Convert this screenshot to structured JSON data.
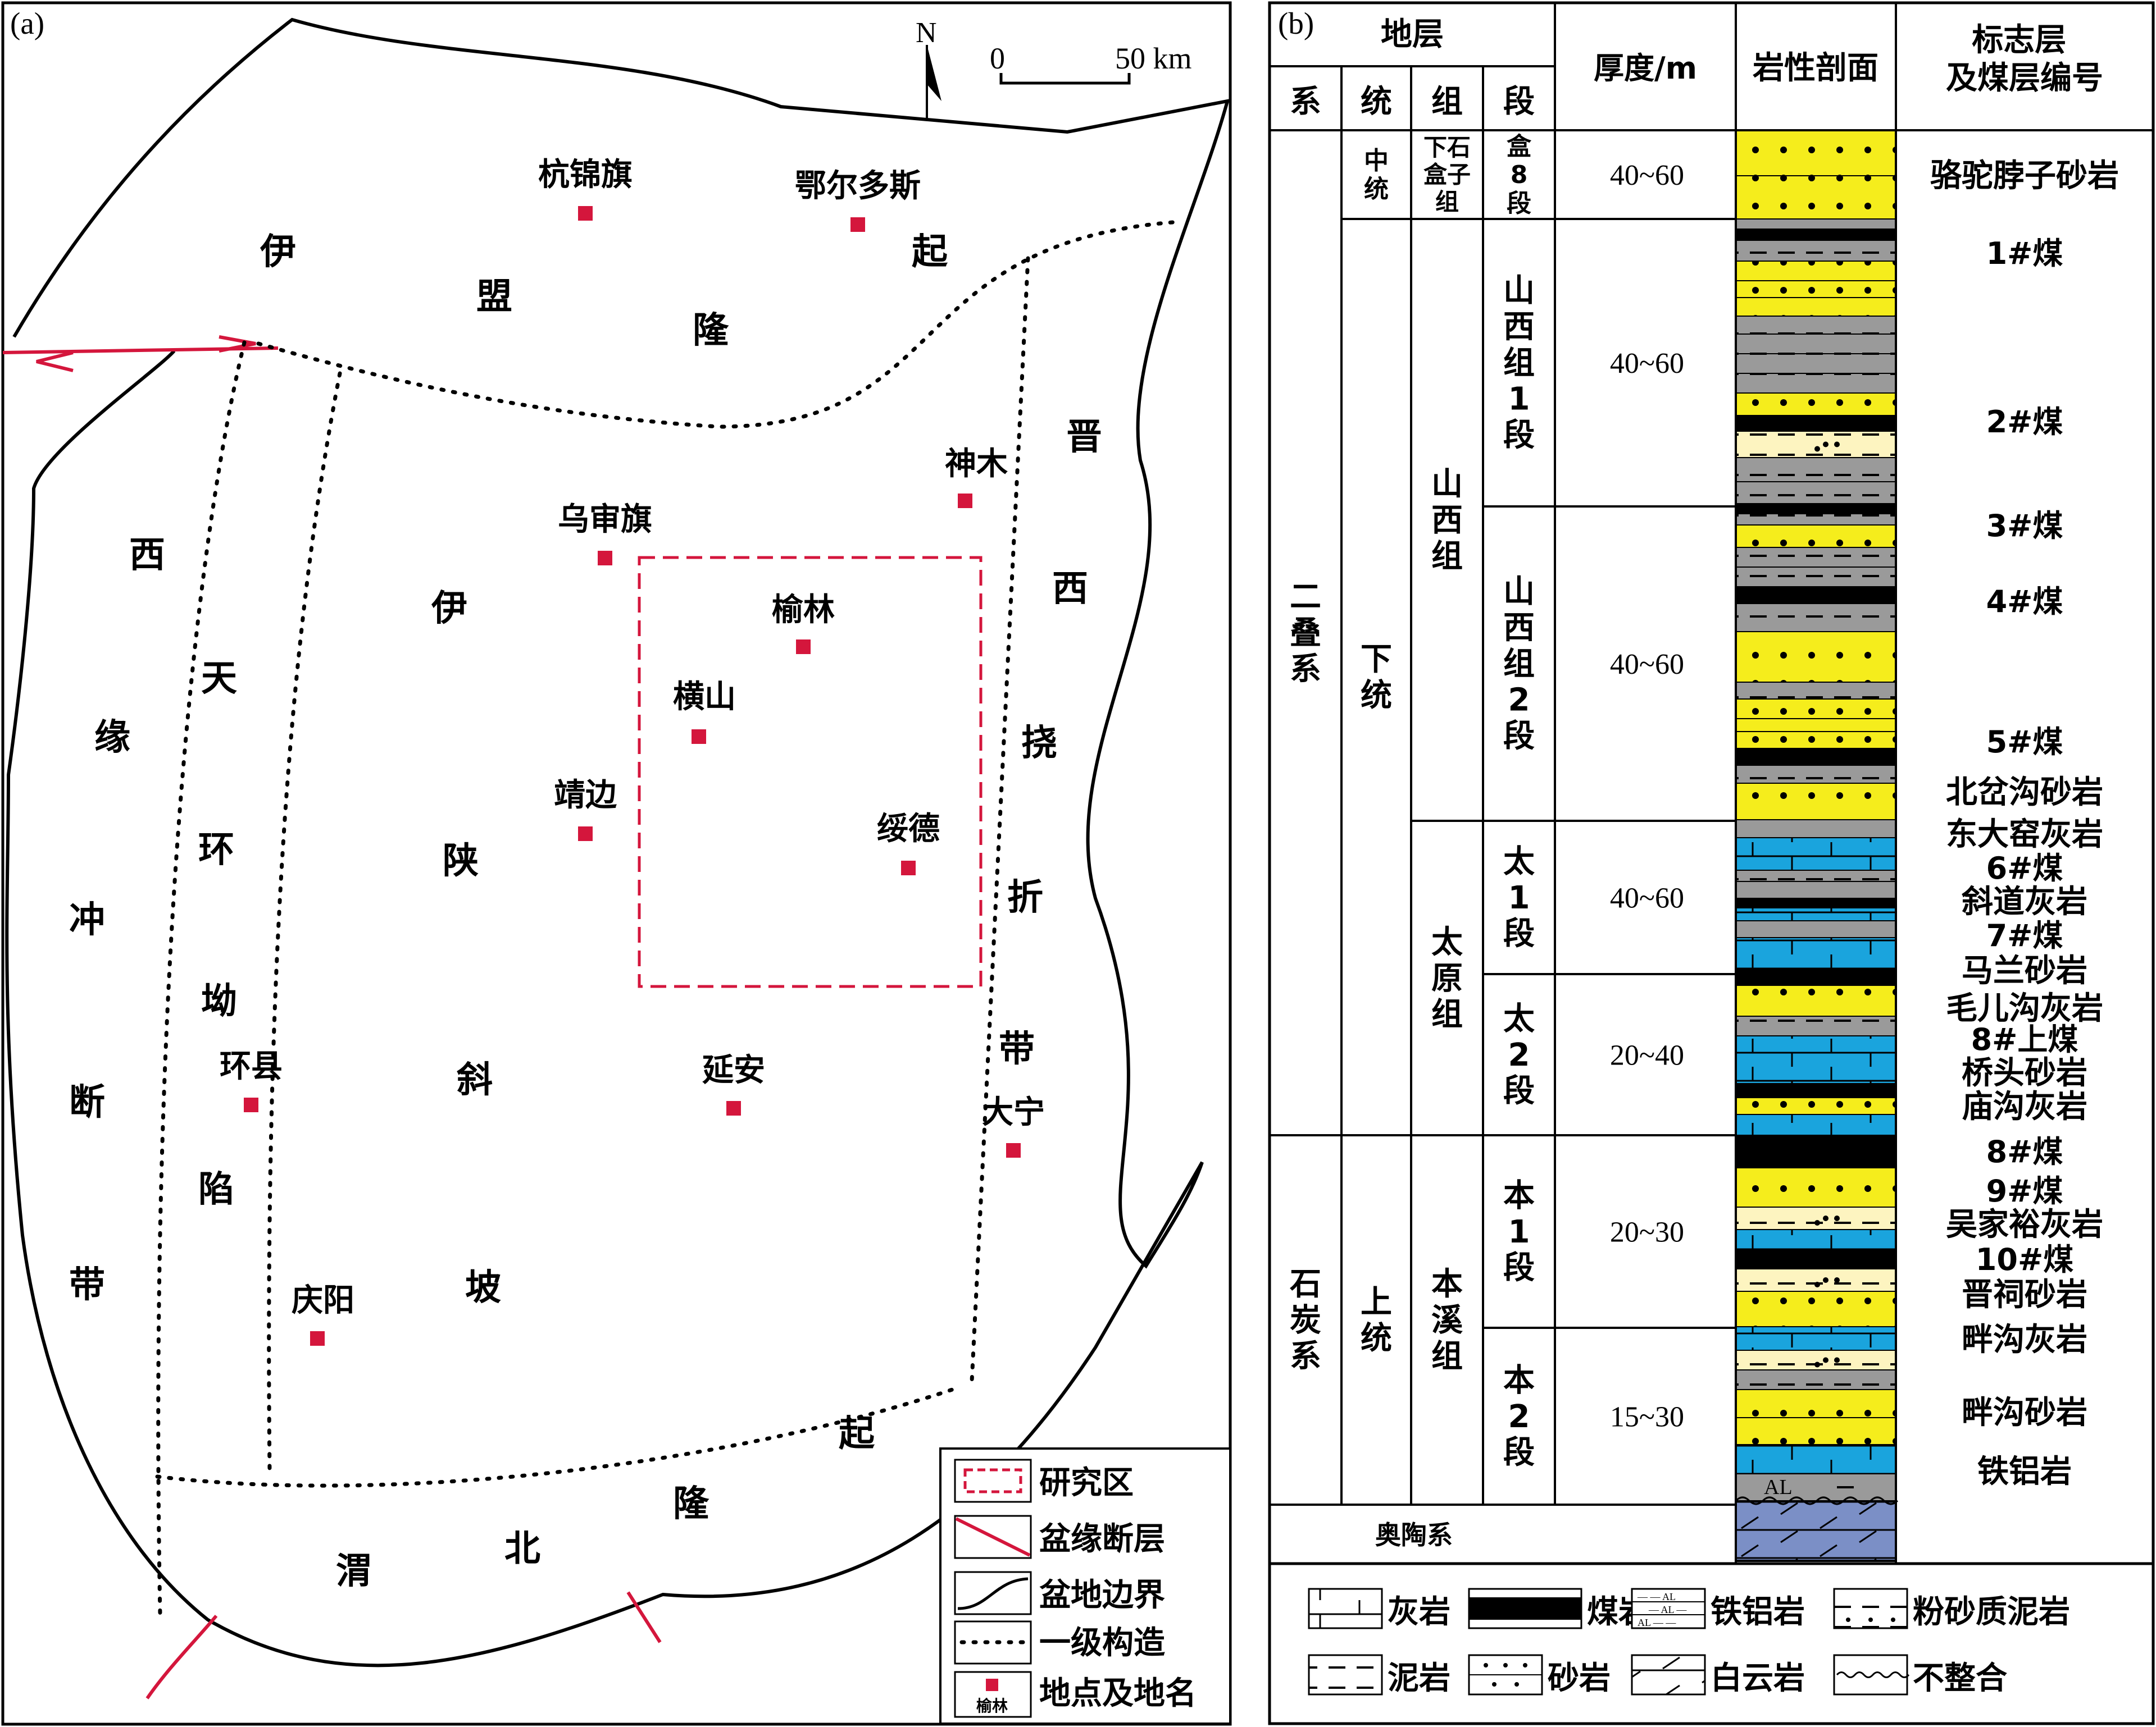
{
  "panel_a": {
    "label": "(a)",
    "north": "N",
    "scale_zero": "0",
    "scale_end": "50 km",
    "region_labels": [
      {
        "id": "yimeng-1",
        "text": "伊"
      },
      {
        "id": "yimeng-2",
        "text": "盟"
      },
      {
        "id": "yimeng-3",
        "text": "隆"
      },
      {
        "id": "yimeng-4",
        "text": "起"
      },
      {
        "id": "xiyuan-1",
        "text": "西"
      },
      {
        "id": "xiyuan-2",
        "text": "缘"
      },
      {
        "id": "xiyuan-3",
        "text": "冲"
      },
      {
        "id": "xiyuan-4",
        "text": "断"
      },
      {
        "id": "xiyuan-5",
        "text": "带"
      },
      {
        "id": "tianhuan-1",
        "text": "天"
      },
      {
        "id": "tianhuan-2",
        "text": "环"
      },
      {
        "id": "tianhuan-3",
        "text": "坳"
      },
      {
        "id": "tianhuan-4",
        "text": "陷"
      },
      {
        "id": "yishan-1",
        "text": "伊"
      },
      {
        "id": "yishan-2",
        "text": "陕"
      },
      {
        "id": "yishan-3",
        "text": "斜"
      },
      {
        "id": "yishan-4",
        "text": "坡"
      },
      {
        "id": "jinxi-1",
        "text": "晋"
      },
      {
        "id": "jinxi-2",
        "text": "西"
      },
      {
        "id": "jinxi-3",
        "text": "挠"
      },
      {
        "id": "jinxi-4",
        "text": "折"
      },
      {
        "id": "jinxi-5",
        "text": "带"
      },
      {
        "id": "weibei-1",
        "text": "渭"
      },
      {
        "id": "weibei-2",
        "text": "北"
      },
      {
        "id": "weibei-3",
        "text": "隆"
      },
      {
        "id": "weibei-4",
        "text": "起"
      }
    ],
    "places": [
      {
        "id": "hangjinqi",
        "name": "杭锦旗"
      },
      {
        "id": "ordos",
        "name": "鄂尔多斯"
      },
      {
        "id": "wushenqi",
        "name": "乌审旗"
      },
      {
        "id": "shenmu",
        "name": "神木"
      },
      {
        "id": "yulin",
        "name": "榆林"
      },
      {
        "id": "hengshan",
        "name": "横山"
      },
      {
        "id": "jingbian",
        "name": "靖边"
      },
      {
        "id": "suide",
        "name": "绥德"
      },
      {
        "id": "huanxian",
        "name": "环县"
      },
      {
        "id": "yanan",
        "name": "延安"
      },
      {
        "id": "daning",
        "name": "大宁"
      },
      {
        "id": "qingyang",
        "name": "庆阳"
      }
    ],
    "legend": [
      {
        "id": "study-area",
        "label": "研究区"
      },
      {
        "id": "basin-fault",
        "label": "盆缘断层"
      },
      {
        "id": "basin-boundary",
        "label": "盆地边界"
      },
      {
        "id": "tectonic",
        "label": "一级构造"
      },
      {
        "id": "location",
        "label": "地点及地名",
        "sample": "榆林"
      }
    ],
    "colors": {
      "red": "#d4163c",
      "ink": "#000000"
    }
  },
  "panel_b": {
    "label": "(b)",
    "headers": {
      "strata": "地层",
      "xi": "系",
      "tong": "统",
      "zu": "组",
      "duan": "段",
      "thickness": "厚度/m",
      "lithology": "岩性剖面",
      "markers": "标志层及煤层编号",
      "markers_l1": "标志层",
      "markers_l2": "及煤层编号"
    },
    "systems": [
      {
        "id": "permian",
        "chars": [
          "二",
          "叠",
          "系"
        ]
      },
      {
        "id": "carboniferous",
        "chars": [
          "石",
          "炭",
          "系"
        ]
      }
    ],
    "series": [
      {
        "id": "middle",
        "chars": [
          "中",
          "统"
        ]
      },
      {
        "id": "lower",
        "chars": [
          "下",
          "统"
        ]
      },
      {
        "id": "upper",
        "chars": [
          "上",
          "统"
        ]
      }
    ],
    "formations": [
      {
        "id": "lower-shihezi",
        "chars": [
          "下石",
          "盒子",
          "组"
        ]
      },
      {
        "id": "shanxi",
        "chars": [
          "山",
          "西",
          "组"
        ]
      },
      {
        "id": "taiyuan",
        "chars": [
          "太",
          "原",
          "组"
        ]
      },
      {
        "id": "benxi",
        "chars": [
          "本",
          "溪",
          "组"
        ]
      }
    ],
    "members": [
      {
        "id": "he8",
        "chars": [
          "盒",
          "8",
          "段"
        ],
        "thickness": "40~60"
      },
      {
        "id": "shan1",
        "chars": [
          "山",
          "西",
          "组",
          "1",
          "段"
        ],
        "thickness": "40~60"
      },
      {
        "id": "shan2",
        "chars": [
          "山",
          "西",
          "组",
          "2",
          "段"
        ],
        "thickness": "40~60"
      },
      {
        "id": "tai1",
        "chars": [
          "太",
          "1",
          "段"
        ],
        "thickness": "40~60"
      },
      {
        "id": "tai2",
        "chars": [
          "太",
          "2",
          "段"
        ],
        "thickness": "20~40"
      },
      {
        "id": "ben1",
        "chars": [
          "本",
          "1",
          "段"
        ],
        "thickness": "20~30"
      },
      {
        "id": "ben2",
        "chars": [
          "本",
          "2",
          "段"
        ],
        "thickness": "15~30"
      }
    ],
    "ordovician": "奥陶系",
    "al_mark": "AL",
    "markers": [
      {
        "id": "luotuobozi",
        "text": "骆驼脖子砂岩"
      },
      {
        "id": "coal1",
        "text": "1#煤"
      },
      {
        "id": "coal2",
        "text": "2#煤"
      },
      {
        "id": "coal3",
        "text": "3#煤"
      },
      {
        "id": "coal4",
        "text": "4#煤"
      },
      {
        "id": "coal5",
        "text": "5#煤"
      },
      {
        "id": "beichagou",
        "text": "北岔沟砂岩"
      },
      {
        "id": "dongdayao",
        "text": "东大窑灰岩"
      },
      {
        "id": "coal6",
        "text": "6#煤"
      },
      {
        "id": "xiedao",
        "text": "斜道灰岩"
      },
      {
        "id": "coal7",
        "text": "7#煤"
      },
      {
        "id": "malan",
        "text": "马兰砂岩"
      },
      {
        "id": "maoergou",
        "text": "毛儿沟灰岩"
      },
      {
        "id": "coal8up",
        "text": "8#上煤"
      },
      {
        "id": "qiaotou",
        "text": "桥头砂岩"
      },
      {
        "id": "miaogou",
        "text": "庙沟灰岩"
      },
      {
        "id": "coal8",
        "text": "8#煤"
      },
      {
        "id": "coal9",
        "text": "9#煤"
      },
      {
        "id": "wujiayu",
        "text": "吴家裕灰岩"
      },
      {
        "id": "coal10",
        "text": "10#煤"
      },
      {
        "id": "jinci",
        "text": "晋祠砂岩"
      },
      {
        "id": "pangou-ls",
        "text": "畔沟灰岩"
      },
      {
        "id": "pangou-ss",
        "text": "畔沟砂岩"
      },
      {
        "id": "tielv",
        "text": "铁铝岩"
      }
    ],
    "legend": [
      {
        "id": "limestone",
        "label": "灰岩"
      },
      {
        "id": "coal",
        "label": "煤岩"
      },
      {
        "id": "bauxite",
        "label": "铁铝岩"
      },
      {
        "id": "silty-mudstone",
        "label": "粉砂质泥岩"
      },
      {
        "id": "mudstone",
        "label": "泥岩"
      },
      {
        "id": "sandstone",
        "label": "砂岩"
      },
      {
        "id": "dolomite",
        "label": "白云岩"
      },
      {
        "id": "unconformity",
        "label": "不整合"
      }
    ],
    "colors": {
      "sandstone": "#f5ed1c",
      "mudstone": "#9a9a9a",
      "coal": "#000000",
      "limestone": "#1aa4dd",
      "silty": "#fdf4c0",
      "dolomite": "#7b8fc6"
    }
  }
}
